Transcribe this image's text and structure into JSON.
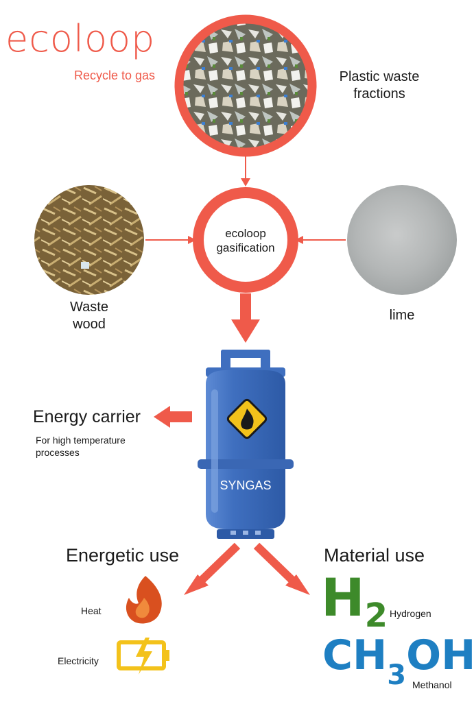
{
  "brand": {
    "name": "ecoloop",
    "tagline": "Recycle to gas"
  },
  "inputs": {
    "plastic": "Plastic waste fractions",
    "wood": [
      "Waste",
      "wood"
    ],
    "lime": "lime"
  },
  "process": {
    "label": [
      "ecoloop",
      "gasification"
    ]
  },
  "product": {
    "tank_label": "SYNGAS"
  },
  "energy_carrier": {
    "title": "Energy carrier",
    "note": [
      "For high temperature",
      "processes"
    ]
  },
  "energetic": {
    "title": "Energetic use",
    "items": [
      "Heat",
      "Electricity"
    ]
  },
  "material": {
    "title": "Material use",
    "items": [
      "Hydrogen",
      "Methanol"
    ]
  },
  "formulas": {
    "h2_main": "H",
    "h2_sub": "2",
    "ch3oh_a": "CH",
    "ch3oh_sub": "3",
    "ch3oh_b": "OH"
  },
  "colors": {
    "accent": "#ef5a4a",
    "tank": "#3f6fbf",
    "flame": "#d9501f",
    "battery": "#f3c21b",
    "hydrogen": "#3d8a2a",
    "methanol": "#1e7fc2"
  },
  "icons": [
    "flame-icon",
    "battery-charging-icon",
    "hazard-flame-icon"
  ]
}
